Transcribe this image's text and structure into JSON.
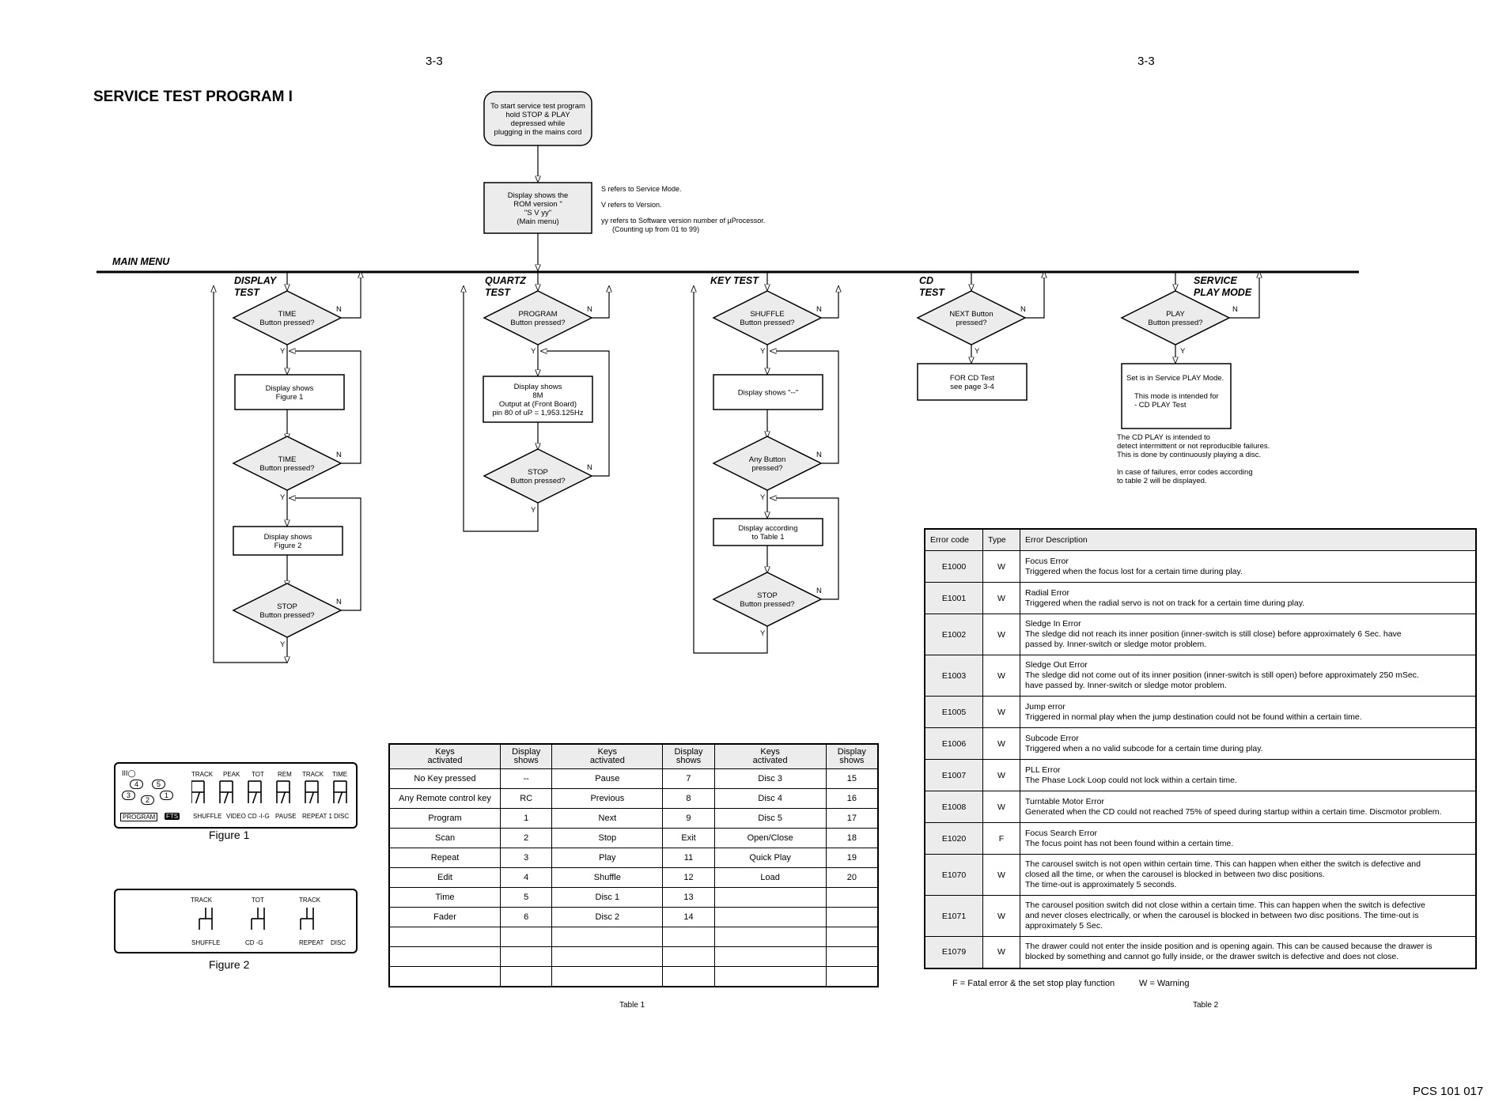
{
  "page_numbers": [
    "3-3",
    "3-3"
  ],
  "title": "SERVICE TEST PROGRAM I",
  "footer_code": "PCS 101 017",
  "start_box": [
    "To start service test program",
    "hold STOP & PLAY",
    "depressed while",
    "plugging in the mains cord"
  ],
  "rom_box": [
    "Display shows the",
    "ROM version \"",
    "\"S V yy\"",
    "(Main menu)"
  ],
  "legend": [
    "S   refers to Service Mode.",
    "V   refers to Version.",
    "yy  refers to Software version number of µProcessor.",
    "(Counting up from 01 to 99)"
  ],
  "main_menu_label": "MAIN MENU",
  "columns": {
    "display_test": {
      "heading": [
        "DISPLAY",
        "TEST"
      ],
      "d1": [
        "TIME",
        "Button pressed?"
      ],
      "box1": [
        "Display shows",
        "Figure 1"
      ],
      "d2": [
        "TIME",
        "Button pressed?"
      ],
      "box2": [
        "Display shows",
        "Figure 2"
      ],
      "d3": [
        "STOP",
        "Button pressed?"
      ]
    },
    "quartz_test": {
      "heading": [
        "QUARTZ",
        "TEST"
      ],
      "d1": [
        "PROGRAM",
        "Button pressed?"
      ],
      "box1": [
        "Display shows",
        "8M",
        "Output at (Front Board)",
        "pin 80 of uP = 1,953.125Hz"
      ],
      "d2": [
        "STOP",
        "Button pressed?"
      ]
    },
    "key_test": {
      "heading": [
        "KEY TEST"
      ],
      "d1": [
        "SHUFFLE",
        "Button pressed?"
      ],
      "box1": [
        "Display shows \"--\""
      ],
      "d2": [
        "Any Button",
        "pressed?"
      ],
      "box2": [
        "Display according",
        "to Table 1"
      ],
      "d3": [
        "STOP",
        "Button pressed?"
      ]
    },
    "cd_test": {
      "heading": [
        "CD",
        "TEST"
      ],
      "d1": [
        "NEXT Button",
        "pressed?"
      ],
      "box1": [
        "FOR CD Test",
        "see page 3-4"
      ]
    },
    "service_play": {
      "heading": [
        "SERVICE",
        "PLAY MODE"
      ],
      "d1": [
        "PLAY",
        "Button pressed?"
      ],
      "box1": [
        "Set is in Service PLAY Mode.",
        "",
        "This mode is intended for",
        "- CD PLAY Test"
      ],
      "note": [
        "The CD PLAY  is intended to",
        "detect intermittent or not reproducible failures.",
        "This is done by continuously playing a disc.",
        "",
        "In case of failures, error codes according",
        "to table 2 will be displayed."
      ]
    }
  },
  "yn": {
    "y": "Y",
    "n": "N"
  },
  "figure1": {
    "caption": "Figure 1",
    "top_labels": [
      "TRACK",
      "PEAK",
      "TOT",
      "REM",
      "TRACK",
      "TIME"
    ],
    "bottom_labels": [
      "PROGRAM",
      "FTS",
      "SHUFFLE",
      "VIDEO CD -I-G",
      "PAUSE",
      "REPEAT 1",
      "DISC"
    ],
    "discs": [
      "4",
      "5",
      "3",
      "2",
      "1"
    ],
    "corner": "III◯"
  },
  "figure2": {
    "caption": "Figure 2",
    "top_labels": [
      "TRACK",
      "TOT",
      "TRACK"
    ],
    "bottom_labels": [
      "SHUFFLE",
      "CD  -G",
      "REPEAT",
      "DISC"
    ]
  },
  "table1": {
    "caption": "Table 1",
    "headers": [
      "Keys\nactivated",
      "Display\nshows",
      "Keys\nactivated",
      "Display\nshows",
      "Keys\nactivated",
      "Display\nshows"
    ],
    "rows": [
      [
        "No Key pressed",
        "--",
        "Pause",
        "7",
        "Disc 3",
        "15"
      ],
      [
        "Any Remote control key",
        "RC",
        "Previous",
        "8",
        "Disc 4",
        "16"
      ],
      [
        "Program",
        "1",
        "Next",
        "9",
        "Disc 5",
        "17"
      ],
      [
        "Scan",
        "2",
        "Stop",
        "Exit",
        "Open/Close",
        "18"
      ],
      [
        "Repeat",
        "3",
        "Play",
        "11",
        "Quick Play",
        "19"
      ],
      [
        "Edit",
        "4",
        "Shuffle",
        "12",
        "Load",
        "20"
      ],
      [
        "Time",
        "5",
        "Disc 1",
        "13",
        "",
        ""
      ],
      [
        "Fader",
        "6",
        "Disc 2",
        "14",
        "",
        ""
      ],
      [
        "",
        "",
        "",
        "",
        "",
        ""
      ],
      [
        "",
        "",
        "",
        "",
        "",
        ""
      ],
      [
        "",
        "",
        "",
        "",
        "",
        ""
      ]
    ]
  },
  "table2": {
    "caption": "Table 2",
    "headers": [
      "Error code",
      "Type",
      "Error Description"
    ],
    "rows": [
      {
        "code": "E1000",
        "type": "W",
        "desc": [
          "Focus Error",
          "Triggered when the focus lost for a certain time during play."
        ]
      },
      {
        "code": "E1001",
        "type": "W",
        "desc": [
          "Radial Error",
          "Triggered when the radial servo is not on track for a certain time during play."
        ]
      },
      {
        "code": "E1002",
        "type": "W",
        "desc": [
          "Sledge In Error",
          "The sledge did not reach its inner position (inner-switch is still close) before approximately 6 Sec. have",
          "passed by.  Inner-switch or sledge motor problem."
        ]
      },
      {
        "code": "E1003",
        "type": "W",
        "desc": [
          "Sledge Out Error",
          "The sledge did not come out of its inner position (inner-switch is still open) before approximately 250 mSec.",
          "have passed by.  Inner-switch or sledge motor problem."
        ]
      },
      {
        "code": "E1005",
        "type": "W",
        "desc": [
          "Jump error",
          "Triggered in normal play when the jump destination could not be found within a certain time."
        ]
      },
      {
        "code": "E1006",
        "type": "W",
        "desc": [
          "Subcode Error",
          "Triggered when a no valid subcode for a certain time during play."
        ]
      },
      {
        "code": "E1007",
        "type": "W",
        "desc": [
          "PLL Error",
          "The Phase Lock Loop could not lock within a certain time."
        ]
      },
      {
        "code": "E1008",
        "type": "W",
        "desc": [
          "Turntable Motor Error",
          "Generated when the CD could not reached 75% of speed during startup within a certain time.  Discmotor problem."
        ]
      },
      {
        "code": "E1020",
        "type": "F",
        "desc": [
          "Focus Search Error",
          "The focus point has not been found within a certain time."
        ]
      },
      {
        "code": "E1070",
        "type": "W",
        "desc": [
          "The carousel switch is not open within certain time.  This can happen when either the switch is defective and",
          "closed all the time, or when the carousel is blocked in between two disc positions.",
          "The time-out is approximately 5 seconds."
        ]
      },
      {
        "code": "E1071",
        "type": "W",
        "desc": [
          "The carousel position switch did not close within a certain time.  This can happen when the switch is defective",
          "and never closes electrically, or when the carousel is blocked in between two disc positions.  The time-out is",
          "approximately 5 Sec."
        ]
      },
      {
        "code": "E1079",
        "type": "W",
        "desc": [
          "The drawer could not enter the inside position and is opening again.  This can be caused because the drawer is",
          "blocked by something and cannot go fully inside, or the drawer switch is defective and does not close."
        ]
      }
    ],
    "footnote": [
      "F = Fatal error & the set stop play function",
      "W = Warning"
    ]
  }
}
